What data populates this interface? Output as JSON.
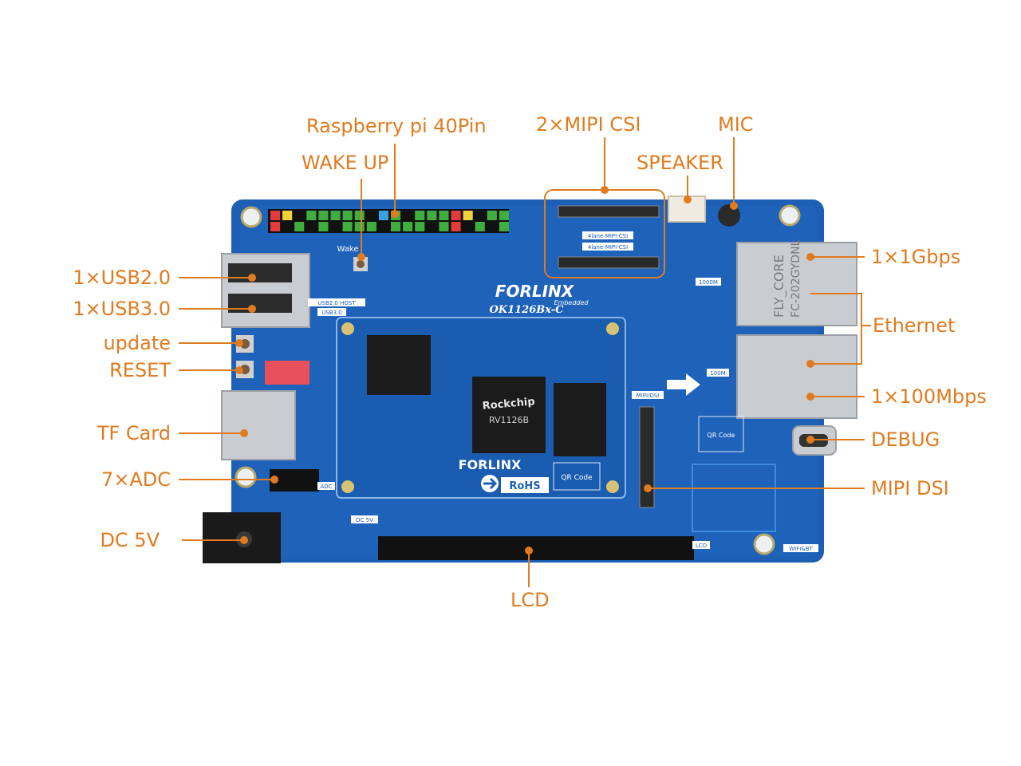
{
  "colors": {
    "accent": "#e07b1f",
    "board": "#1d5fb4",
    "board_dark": "#17468a",
    "silver": "#c9cdd2",
    "chip": "#1b1b1b"
  },
  "labels": {
    "raspberry_pi": "Raspberry pi 40Pin",
    "wake_up": "WAKE UP",
    "mipi_csi": "2×MIPI CSI",
    "speaker": "SPEAKER",
    "mic": "MIC",
    "usb20": "1×USB2.0",
    "usb30": "1×USB3.0",
    "update": "update",
    "reset": "RESET",
    "tf_card": "TF Card",
    "adc": "7×ADC",
    "dc5v": "DC 5V",
    "lcd": "LCD",
    "gbps": "1×1Gbps",
    "ethernet": "Ethernet",
    "mbps100": "1×100Mbps",
    "debug": "DEBUG",
    "mipi_dsi": "MIPI DSI"
  },
  "board": {
    "brand": "FORLINX",
    "brand_sub": "Embedded",
    "model": "OK1126Bx-C",
    "som_brand": "FORLINX",
    "chip_brand": "Rockchip",
    "chip_model": "RV1126B",
    "rohs": "RoHS",
    "qr": "QR Code",
    "eth_module_1": "FLY_CORE",
    "eth_module_2": "FC-202GYDNL",
    "csi_tag": "4lane-MIPI-CSI",
    "dsi_tag": "MIPI/DSI",
    "usb_tag": "USB2.0 HOST",
    "usb3_tag": "USB3.0",
    "wake_tag": "Wake",
    "gig_tag": "1000M",
    "fast_tag": "100M",
    "wifi_tag": "WIFI&BT",
    "lcd_tag": "LCD",
    "dc_tag": "DC 5V",
    "adc_tag": "ADC"
  }
}
